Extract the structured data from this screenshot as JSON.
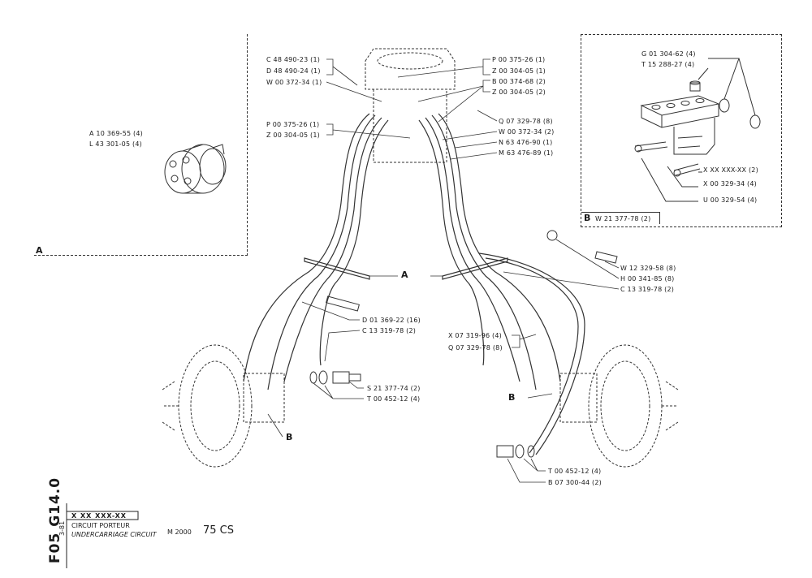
{
  "sheet": {
    "code": "F05 G14.0",
    "date": "3-81",
    "serial": "X XX XXX-XX",
    "title_fr": "CIRCUIT PORTEUR",
    "title_en": "UNDERCARRIAGE CIRCUIT",
    "model_small": "M 2000",
    "model": "75 CS"
  },
  "detail_a": {
    "label": "A",
    "parts": [
      "A 10 369-55 (4)",
      "L 43 301-05 (4)"
    ]
  },
  "detail_b": {
    "label": "B",
    "reference": "W 21 377-78 (2)",
    "parts": [
      "G 01 304-62 (4)",
      "T 15 288-27 (4)",
      "X XX XXX-XX (2)",
      "X 00 329-34 (4)",
      "U 00 329-54 (4)"
    ]
  },
  "main": {
    "left_top_refs": [
      "C 48 490-23 (1)",
      "D 48 490-24 (1)",
      "W 00 372-34 (1)"
    ],
    "left_mid_refs": [
      "P 00 375-26 (1)",
      "Z 00 304-05 (1)"
    ],
    "right_top_refs": [
      "P 00 375-26 (1)",
      "Z 00 304-05 (1)",
      "B 00 374-68 (2)",
      "Z 00 304-05 (2)",
      "Q 07 329-78 (8)",
      "W 00 372-34 (2)",
      "N 63 476-90 (1)",
      "M 63 476-89 (1)"
    ],
    "center_label": "A",
    "right_mid_refs": [
      "W 12 329-58 (8)",
      "H 00 341-85 (8)",
      "C 13 319-78 (2)"
    ],
    "right_low_refs": [
      "X 07 319-96 (4)",
      "Q 07 329-78 (8)"
    ],
    "left_low_refs": [
      "D 01 369-22 (16)",
      "C 13 319-78 (2)"
    ],
    "fitting_refs": [
      "S 21 377-74 (2)",
      "T 00 452-12 (4)"
    ],
    "bottom_right_refs": [
      "T 00 452-12 (4)",
      "B 07 300-44 (2)"
    ],
    "callout_b_left": "B",
    "callout_b_right": "B"
  }
}
